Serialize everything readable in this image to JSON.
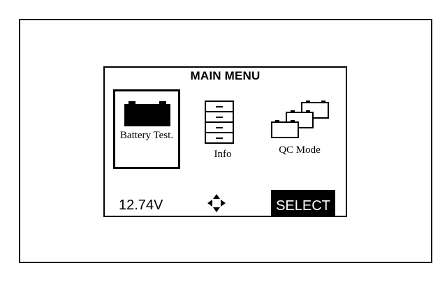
{
  "screen": {
    "title": "MAIN MENU",
    "menu_items": [
      {
        "label": "Battery Test.",
        "icon": "battery-icon",
        "selected": true
      },
      {
        "label": "Info",
        "icon": "file-cabinet-icon",
        "selected": false
      },
      {
        "label": "QC Mode",
        "icon": "stacked-batteries-icon",
        "selected": false
      }
    ],
    "voltage": "12.74V",
    "nav_icon": "four-way-arrows-icon",
    "select_label": "SELECT"
  }
}
